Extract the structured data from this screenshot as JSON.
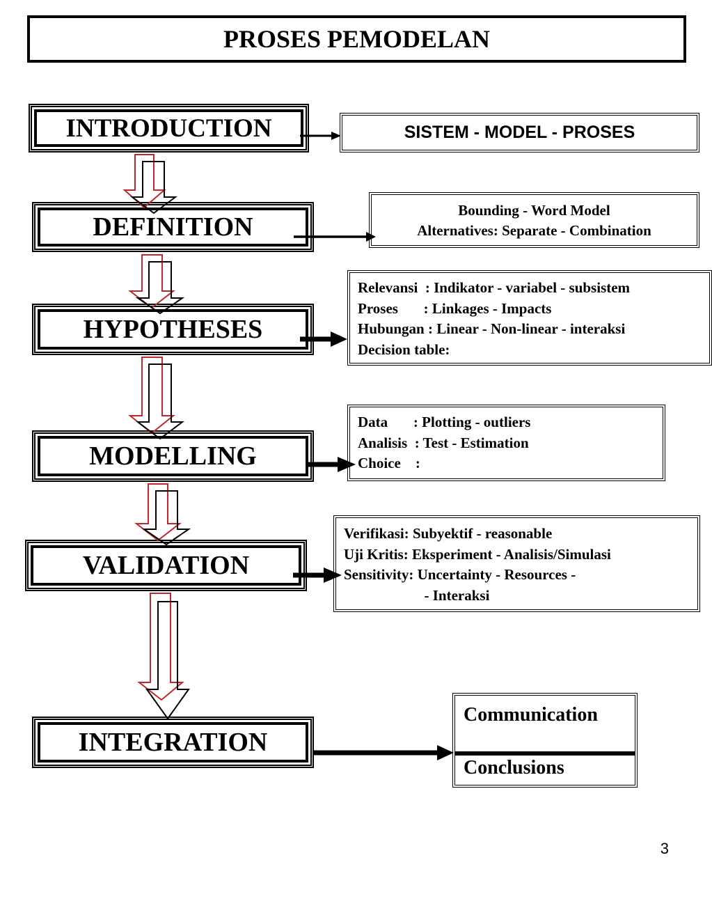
{
  "title": "PROSES PEMODELAN",
  "stages": {
    "introduction": "INTRODUCTION",
    "definition": "DEFINITION",
    "hypotheses": "HYPOTHESES",
    "modelling": "MODELLING",
    "validation": "VALIDATION",
    "integration": "INTEGRATION"
  },
  "details": {
    "introduction": "SISTEM - MODEL - PROSES",
    "definition": [
      "Bounding - Word Model",
      "Alternatives: Separate - Combination"
    ],
    "hypotheses": [
      "Relevansi  : Indikator - variabel - subsistem",
      "Proses       : Linkages - Impacts",
      "Hubungan : Linear - Non-linear - interaksi",
      "Decision table:"
    ],
    "modelling": [
      "Data       : Plotting - outliers",
      "Analisis  : Test - Estimation",
      "Choice    :"
    ],
    "validation": [
      "Verifikasi: Subyektif - reasonable",
      "Uji Kritis: Eksperiment - Analisis/Simulasi",
      "Sensitivity: Uncertainty - Resources -",
      "                      - Interaksi"
    ],
    "integration": [
      "Communication",
      "Conclusions"
    ]
  },
  "page_number": "3",
  "colors": {
    "flow_arrow_outline": "#c0272d",
    "stroke": "#000000"
  }
}
